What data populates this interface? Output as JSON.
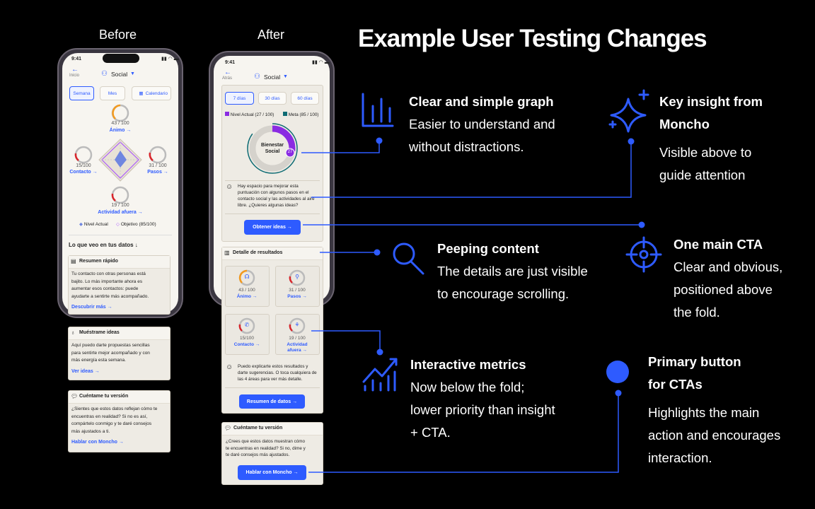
{
  "title": "Example User Testing Changes",
  "labels": {
    "before": "Before",
    "after": "After"
  },
  "colors": {
    "accent": "#2e5bff",
    "purple": "#8a2be2",
    "teal": "#0e6b73",
    "orange": "#f39a1e",
    "red": "#d9252b"
  },
  "before": {
    "status_time": "9:41",
    "back": "Inicio",
    "category": "Social",
    "tabs": [
      "Semana",
      "Mes",
      "Calendario"
    ],
    "metrics": [
      {
        "score": "43 / 100",
        "label": "Ánimo →"
      },
      {
        "score": "15/100",
        "label": "Contacto →"
      },
      {
        "score": "31 / 100",
        "label": "Pasos →"
      },
      {
        "score": "19 / 100",
        "label": "Actividad afuera →"
      }
    ],
    "legend": [
      "Nivel Actual",
      "Objetivo (85/100)"
    ],
    "section": "Lo que veo en tus datos ↓",
    "cards": [
      {
        "title": "Resumen rápido",
        "lines": [
          "Tu contacto con otras personas está",
          "bajito. Lo más importante ahora es",
          "aumentar esos contactos: puede",
          "ayudarte a sentirte más acompañado."
        ],
        "link": "Descubrir más →"
      },
      {
        "title": "Muéstrame ideas",
        "lines": [
          "Aquí puedo darte propuestas sencillas",
          "para sentirte mejor acompañado y con",
          "más energía esta semana."
        ],
        "link": "Ver ideas →"
      },
      {
        "title": "Cuéntame tu versión",
        "lines": [
          "¿Sientes que estos datos reflejan cómo te",
          "encuentras en realidad? Si no es así,",
          "compártelo conmigo y te daré consejos",
          "más ajustados a ti."
        ],
        "link": "Hablar con Moncho →"
      }
    ]
  },
  "after": {
    "status_time": "9:41",
    "back": "Atrás",
    "category": "Social",
    "tabs": [
      "7 días",
      "30 días",
      "60 días"
    ],
    "legend": [
      "Nivel Actual (27 / 100)",
      "Meta (85 / 100)"
    ],
    "donut": {
      "label": "Bienestar Social",
      "value": 27,
      "goal": 85,
      "max": 100
    },
    "insight": [
      "Hay espacio para mejorar esta",
      "puntuación con algunos pasos en el",
      "contacto social y las actividades al aire",
      "libre. ¿Quieres algunas ideas?"
    ],
    "cta": "Obtener ideas →",
    "details_title": "Detalle de resultados",
    "metrics": [
      {
        "score": "43 / 100",
        "label": "Ánimo →"
      },
      {
        "score": "31 / 100",
        "label": "Pasos →"
      },
      {
        "score": "15/100",
        "label": "Contacto →"
      },
      {
        "score": "19 / 100",
        "label": "Actividad afuera →"
      }
    ],
    "details_text": [
      "Puedo explicarte estos resultados y",
      "darte sugerencias. O toca cualquiera de",
      "las 4 áreas para ver más detalle."
    ],
    "details_button": "Resumen de datos →",
    "version_title": "Cuéntame tu versión",
    "version_text": [
      "¿Crees que estos datos muestran cómo",
      "te encuentras en realidad? Si no, dime y",
      "te daré consejos más ajustados."
    ],
    "version_button": "Hablar con Moncho →"
  },
  "annotations": [
    {
      "icon": "bar-chart-icon",
      "title": [
        "Clear and simple graph"
      ],
      "body": [
        "Easier to understand and",
        "without distractions."
      ]
    },
    {
      "icon": "sparkle-icon",
      "title": [
        "Key insight from",
        "Moncho"
      ],
      "body": [
        "Visible above to",
        "guide attention"
      ]
    },
    {
      "icon": "search-icon",
      "title": [
        "Peeping content"
      ],
      "body": [
        "The details are just visible",
        "to encourage scrolling."
      ]
    },
    {
      "icon": "crosshair-icon",
      "title": [
        "One main CTA"
      ],
      "body": [
        "Clear and obvious,",
        "positioned  above",
        "the fold."
      ]
    },
    {
      "icon": "trend-chart-icon",
      "title": [
        "Interactive metrics"
      ],
      "body": [
        "Now below the fold;",
        "lower priority than insight",
        "+ CTA."
      ]
    },
    {
      "icon": "filled-circle-icon",
      "title": [
        "Primary button",
        "for CTAs"
      ],
      "body": [
        "Highlights the main",
        "action and encourages",
        "interaction."
      ]
    }
  ]
}
